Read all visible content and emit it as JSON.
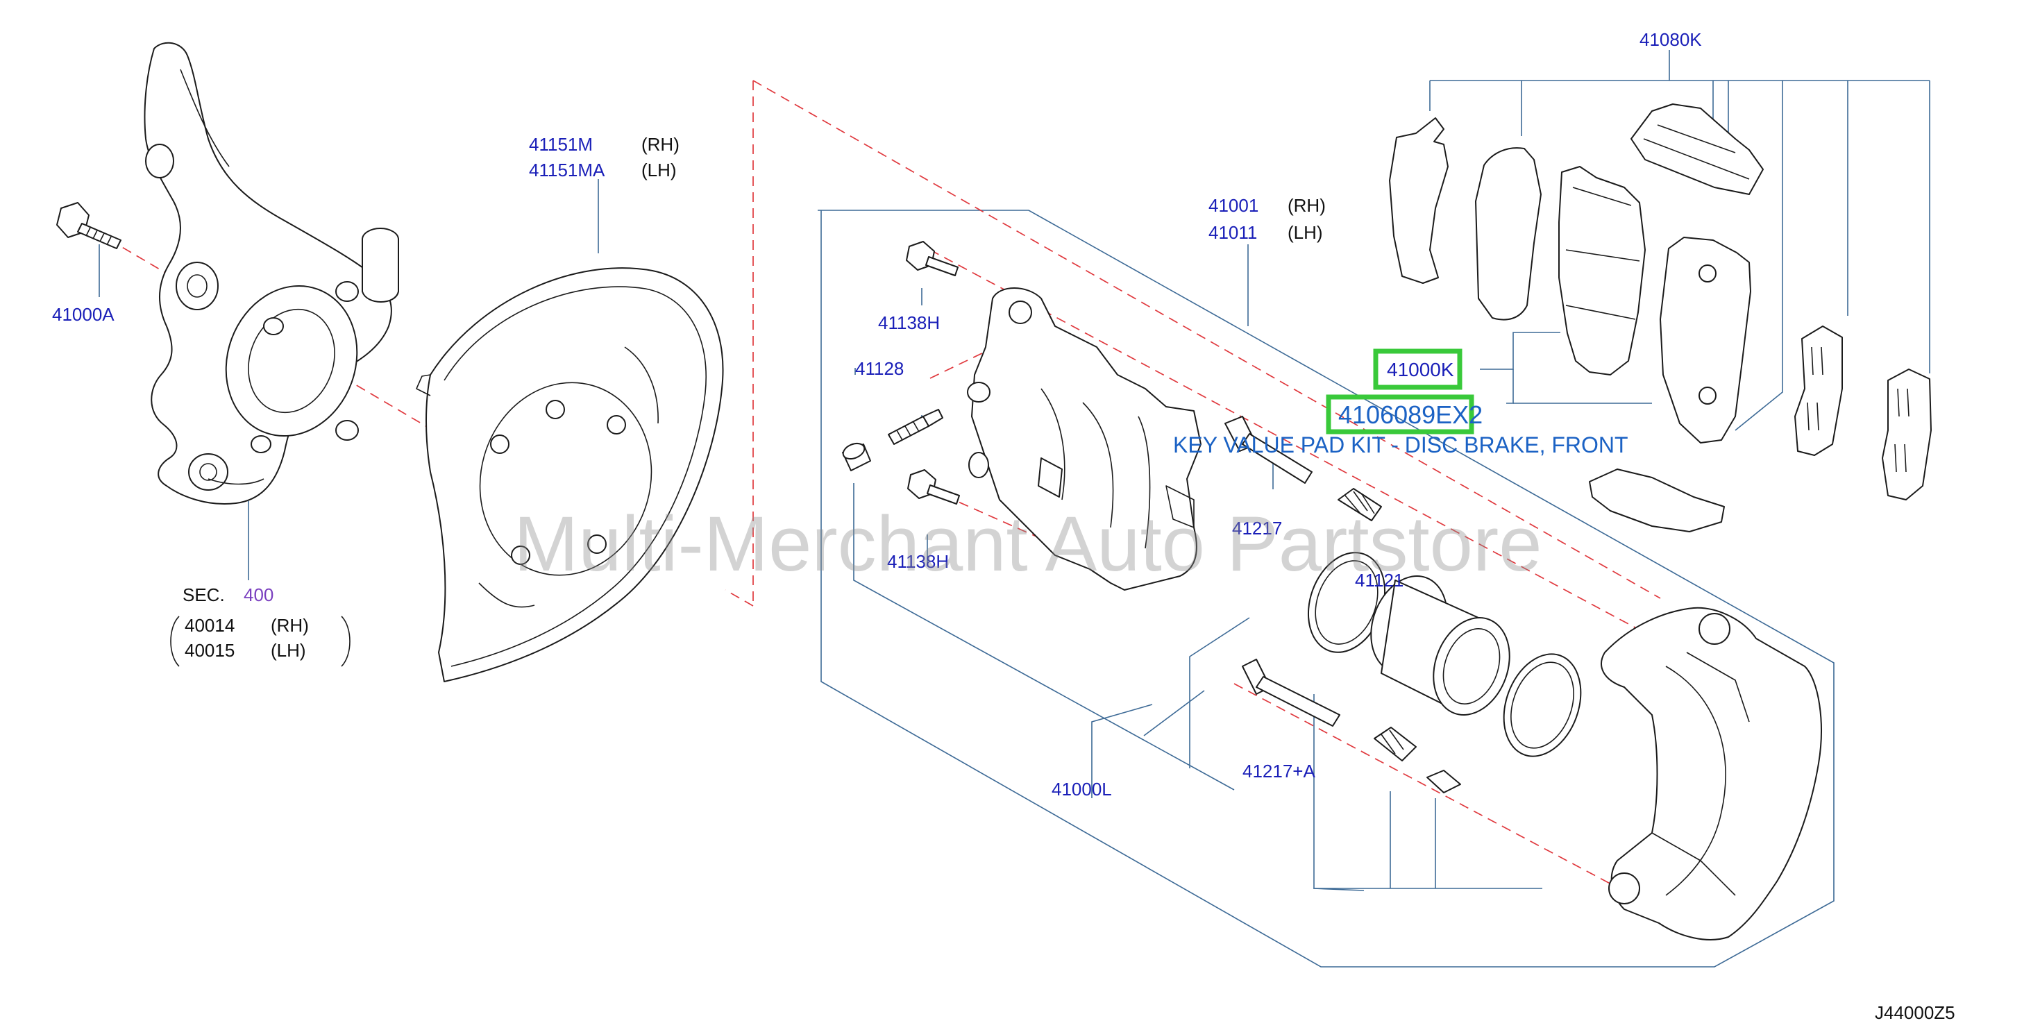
{
  "diagram": {
    "labels": {
      "p41000A": "41000A",
      "p41151M": "41151M",
      "p41151M_side": "(RH)",
      "p41151MA": "41151MA",
      "p41151MA_side": "(LH)",
      "sec": "SEC.",
      "sec_num": "400",
      "p40014": "40014",
      "p40014_side": "(RH)",
      "p40015": "40015",
      "p40015_side": "(LH)",
      "p41001": "41001",
      "p41001_side": "(RH)",
      "p41011": "41011",
      "p41011_side": "(LH)",
      "p41138H_top": "41138H",
      "p41128": "41128",
      "p41138H_bottom": "41138H",
      "p41217": "41217",
      "p41121": "41121",
      "p41217A": "41217+A",
      "p41000L": "41000L",
      "p41080K": "41080K",
      "p41000K": "41000K",
      "highlight_part": "4106089EX2",
      "highlight_desc": "KEY VALUE PAD KIT - DISC BRAKE, FRONT",
      "diagram_code": "J44000Z5"
    },
    "watermark": "Multi-Merchant Auto Partstore",
    "colors": {
      "part_number": "#1a1fb8",
      "leader_line": "#3d6a96",
      "centerline": "#e0393e",
      "highlight_box": "#39c93a",
      "description": "#1b62c4",
      "section_ref": "#7a3fbf"
    }
  }
}
